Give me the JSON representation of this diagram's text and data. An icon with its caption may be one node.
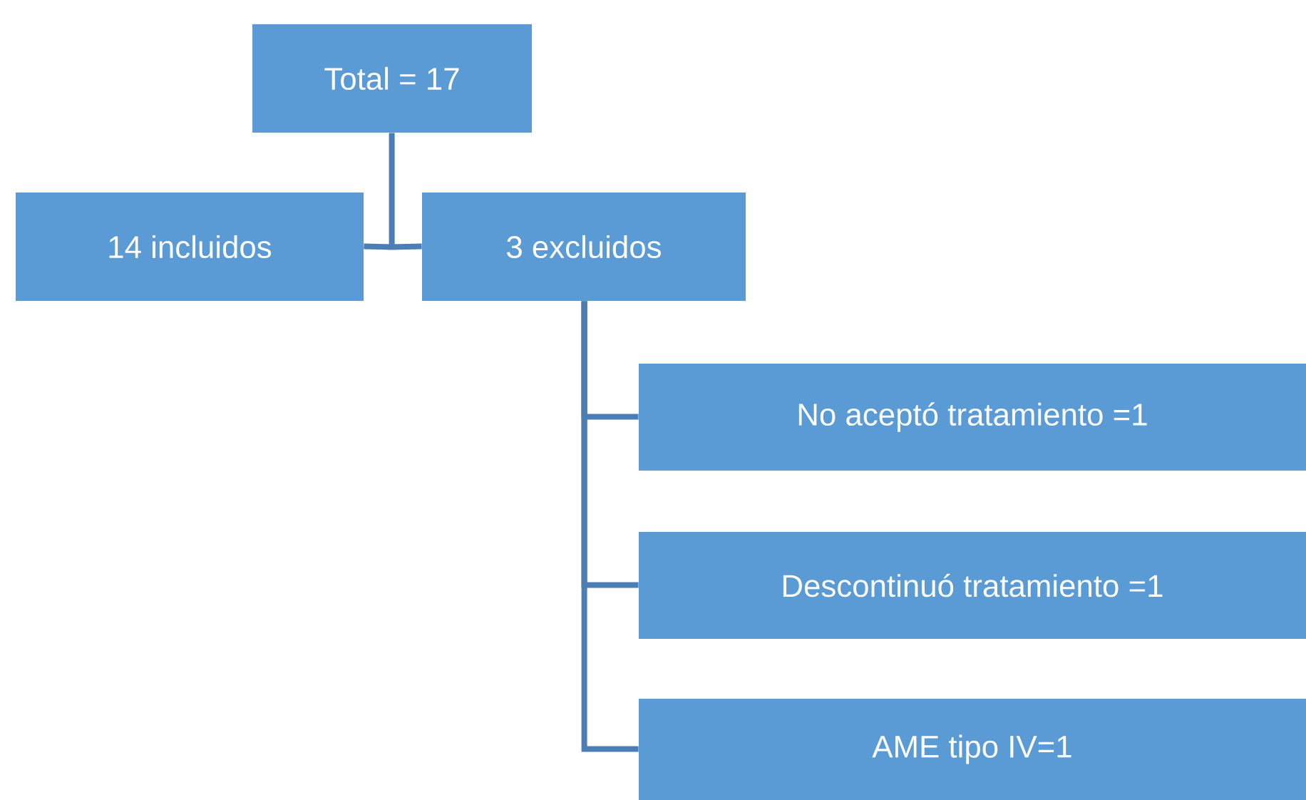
{
  "diagram": {
    "nodes": [
      {
        "text": [
          "Total = 17"
        ]
      },
      {
        "text": [
          "14 incluidos"
        ]
      },
      {
        "text": [
          "3 excluidos"
        ]
      },
      {
        "text": [
          "No aceptó tratamiento =1"
        ]
      },
      {
        "text": [
          "Descontinuó tratamiento =1"
        ]
      },
      {
        "text": [
          "AME tipo IV=1"
        ]
      }
    ],
    "edges": [
      {
        "from": 0,
        "to": 1,
        "arrow": "none"
      },
      {
        "from": 0,
        "to": 2,
        "arrow": "none"
      },
      {
        "from": 2,
        "to": 3,
        "arrow": "none"
      },
      {
        "from": 2,
        "to": 4,
        "arrow": "none"
      },
      {
        "from": 2,
        "to": 5,
        "arrow": "none"
      }
    ]
  }
}
